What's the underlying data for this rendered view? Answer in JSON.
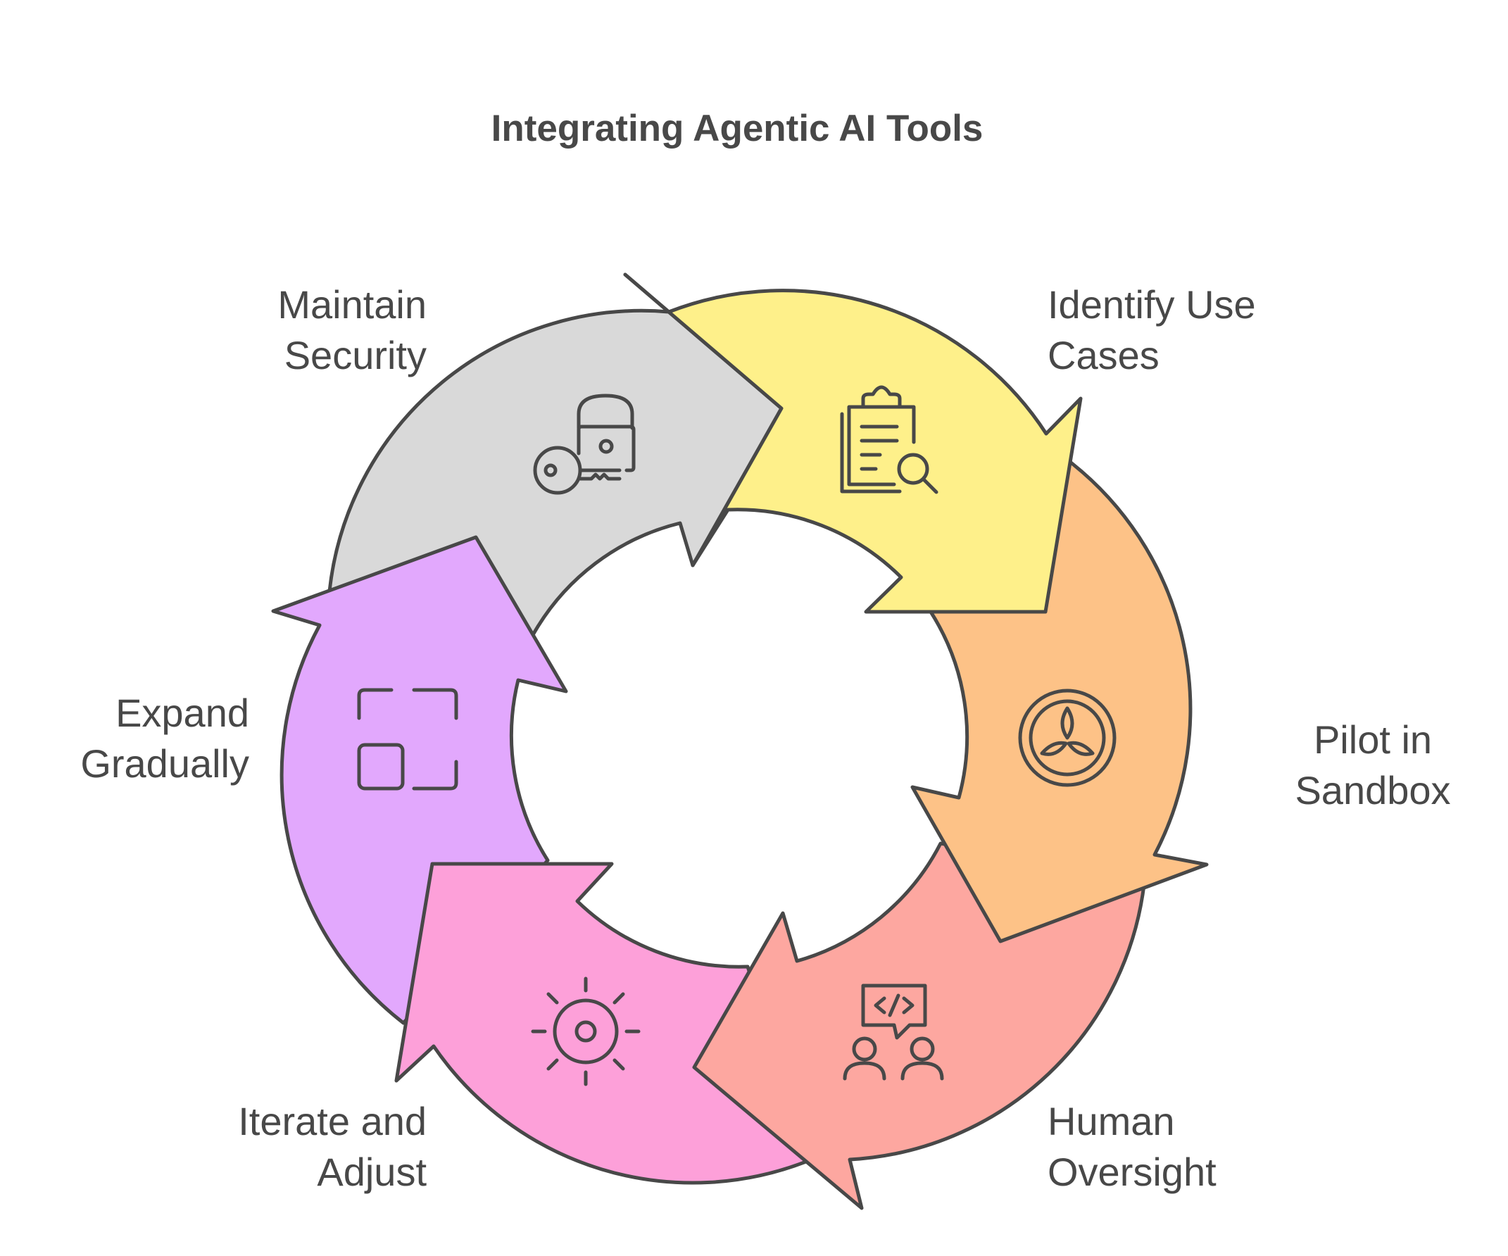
{
  "title": "Integrating Agentic AI Tools",
  "steps": [
    {
      "id": "identify-use-cases",
      "lines": [
        "Identify Use",
        "Cases"
      ],
      "color": "#fef08a",
      "icon": "clipboard-search-icon"
    },
    {
      "id": "pilot-in-sandbox",
      "lines": [
        "Pilot in",
        "Sandbox"
      ],
      "color": "#fdc287",
      "icon": "sandbox-icon"
    },
    {
      "id": "human-oversight",
      "lines": [
        "Human",
        "Oversight"
      ],
      "color": "#fda7a0",
      "icon": "code-review-people-icon"
    },
    {
      "id": "iterate-and-adjust",
      "lines": [
        "Iterate and",
        "Adjust"
      ],
      "color": "#fda0d9",
      "icon": "gear-icon"
    },
    {
      "id": "expand-gradually",
      "lines": [
        "Expand",
        "Gradually"
      ],
      "color": "#e2a8fd",
      "icon": "expand-icon"
    },
    {
      "id": "maintain-security",
      "lines": [
        "Maintain",
        "Security"
      ],
      "color": "#d9d9d9",
      "icon": "key-lock-icon"
    }
  ]
}
